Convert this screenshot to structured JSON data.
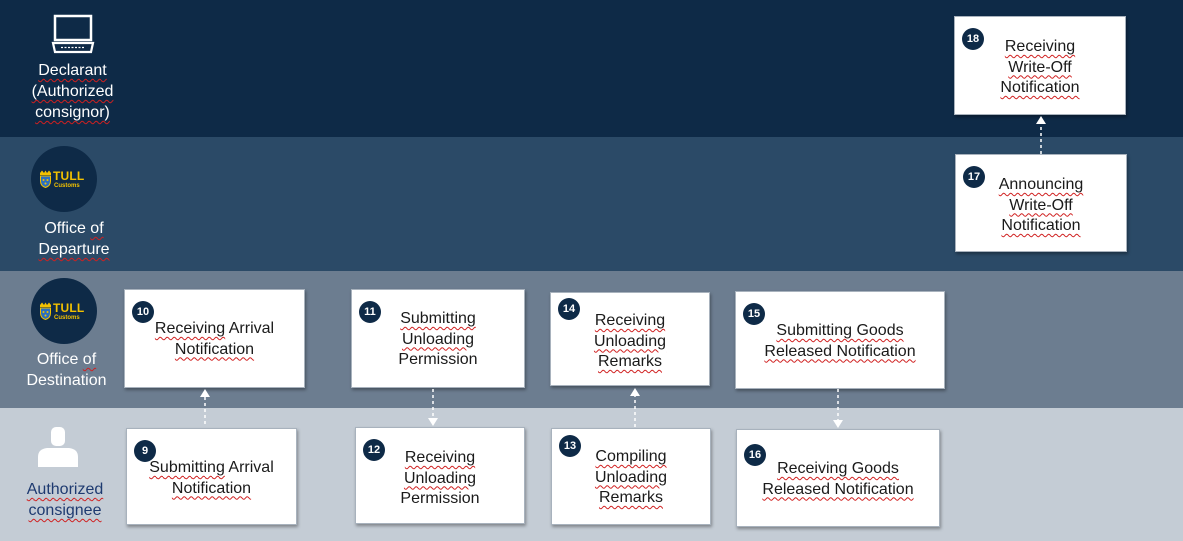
{
  "lanes": {
    "declarant": {
      "line1": "Declarant",
      "line2": "(Authorized",
      "line3": "consignor)"
    },
    "departure": {
      "logo_name": "TULL",
      "logo_sub": "Customs",
      "line1": "Office of",
      "line2": "Departure"
    },
    "destination": {
      "logo_name": "TULL",
      "logo_sub": "Customs",
      "line1": "Office of",
      "line2": "Destination"
    },
    "consignee": {
      "line1": "Authorized",
      "line2": "consignee"
    }
  },
  "steps": [
    {
      "number": "9",
      "line1": "Submitting Arrival",
      "line2": "Notification"
    },
    {
      "number": "10",
      "line1": "Receiving Arrival",
      "line2": "Notification"
    },
    {
      "number": "11",
      "line1": "Submitting",
      "line2": "Unloading",
      "line3": "Permission"
    },
    {
      "number": "12",
      "line1": "Receiving",
      "line2": "Unloading",
      "line3": "Permission"
    },
    {
      "number": "13",
      "line1": "Compiling",
      "line2": "Unloading",
      "line3": "Remarks"
    },
    {
      "number": "14",
      "line1": "Receiving",
      "line2": "Unloading",
      "line3": "Remarks"
    },
    {
      "number": "15",
      "line1": "Submitting Goods",
      "line2": "Released Notification"
    },
    {
      "number": "16",
      "line1": "Receiving Goods",
      "line2": "Released Notification"
    },
    {
      "number": "17",
      "line1": "Announcing",
      "line2": "Write-Off",
      "line3": "Notification"
    },
    {
      "number": "18",
      "line1": "Receiving",
      "line2": "Write-Off",
      "line3": "Notification"
    }
  ],
  "icons": {
    "declarant": "laptop-icon",
    "consignee": "person-icon",
    "arrows": "dashed-arrow-icon"
  },
  "colors": {
    "lane_dark": "#0e2a47",
    "lane_mid": "#2b4a67",
    "lane_light": "#6c7d90",
    "lane_pale": "#c4ccd5",
    "logo_text": "#f2c100",
    "consignee_text": "#1e3a70"
  }
}
